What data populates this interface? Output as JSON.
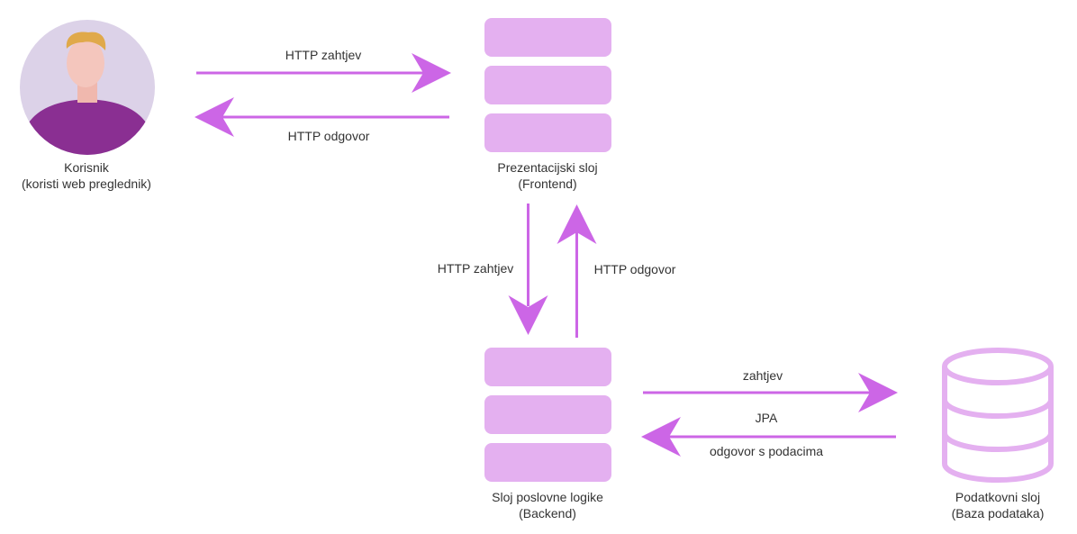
{
  "colors": {
    "arrow": "#cc66e6",
    "block": "#e4b0f0",
    "db_stroke": "#e4b0f0",
    "user_circle": "#dcd2e8",
    "user_shirt": "#8a2f92",
    "user_hair": "#e0a94a",
    "user_skin": "#f4c6bd",
    "text": "#333333"
  },
  "nodes": {
    "user": {
      "icon": "user-avatar-icon",
      "line1": "Korisnik",
      "line2": "(koristi web preglednik)"
    },
    "frontend": {
      "icon": "server-stack-icon",
      "line1": "Prezentacijski sloj",
      "line2": "(Frontend)"
    },
    "backend": {
      "icon": "server-stack-icon",
      "line1": "Sloj poslovne logike",
      "line2": "(Backend)"
    },
    "database": {
      "icon": "database-icon",
      "line1": "Podatkovni sloj",
      "line2": "(Baza podataka)"
    }
  },
  "edges": {
    "user_to_frontend": "HTTP zahtjev",
    "frontend_to_user": "HTTP odgovor",
    "frontend_to_backend": "HTTP zahtjev",
    "backend_to_frontend": "HTTP odgovor",
    "backend_to_db": "zahtjev",
    "jpa": "JPA",
    "db_to_backend": "odgovor s podacima"
  }
}
